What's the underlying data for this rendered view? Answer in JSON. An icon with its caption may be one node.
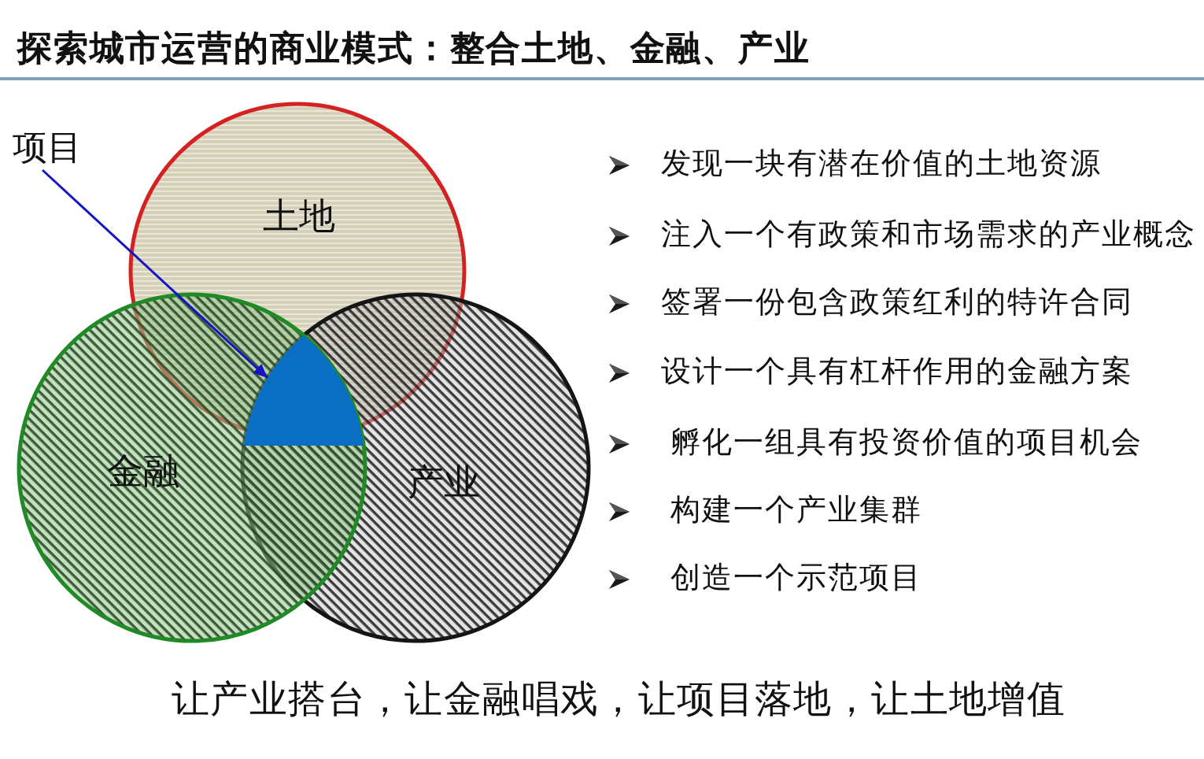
{
  "diagram": {
    "title": "探索城市运营的商业模式：整合土地、金融、产业",
    "nodes": [
      {
        "text": [
          "项目"
        ]
      },
      {
        "text": [
          "土地"
        ]
      },
      {
        "text": [
          "金融"
        ]
      },
      {
        "text": [
          "产业"
        ]
      },
      {
        "text": [],
        "shape": "triangle"
      }
    ],
    "edges": [
      {
        "from": 0,
        "to": 4,
        "arrow": "to"
      }
    ],
    "labels": [
      "发现一块有潜在价值的土地资源",
      "注入一个有政策和市场需求的产业概念",
      "签署一份包含政策红利的特许合同",
      "设计一个具有杠杆作用的金融方案",
      "孵化一组具有投资价值的项目机会",
      "构建一个产业集群",
      "创造一个示范项目"
    ],
    "caption": "让产业搭台，让金融唱戏，让项目落地，让土地增值"
  }
}
